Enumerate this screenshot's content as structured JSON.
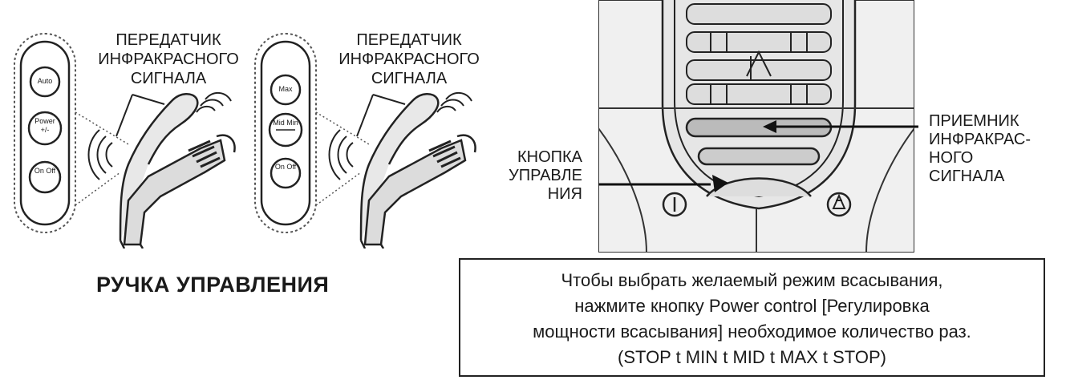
{
  "left": {
    "transmitter_label_1": [
      "ПЕРЕДАТЧИК",
      "ИНФРАКРАСНОГО",
      "СИГНАЛА"
    ],
    "transmitter_label_2": [
      "ПЕРЕДАТЧИК",
      "ИНФРАКРАСНОГО",
      "СИГНАЛА"
    ],
    "remote_1_buttons": [
      "Auto",
      "Power +/-",
      "On Off"
    ],
    "remote_2_buttons": [
      "Max",
      "Mid Min",
      "On Off"
    ],
    "caption": "РУЧКА УПРАВЛЕНИЯ"
  },
  "right": {
    "receiver_label": [
      "ПРИЕМНИК",
      "ИНФРАКРАС-",
      "НОГО",
      "СИГНАЛА"
    ],
    "button_label": [
      "КНОПКА",
      "УПРАВЛЕ",
      "НИЯ"
    ]
  },
  "note": {
    "lines": [
      "Чтобы выбрать желаемый режим всасывания,",
      "нажмите кнопку Power control [Регулировка",
      "мощности всасывания] необходимое количество раз.",
      "(STOP t MIN t MID t MAX t STOP)"
    ]
  }
}
